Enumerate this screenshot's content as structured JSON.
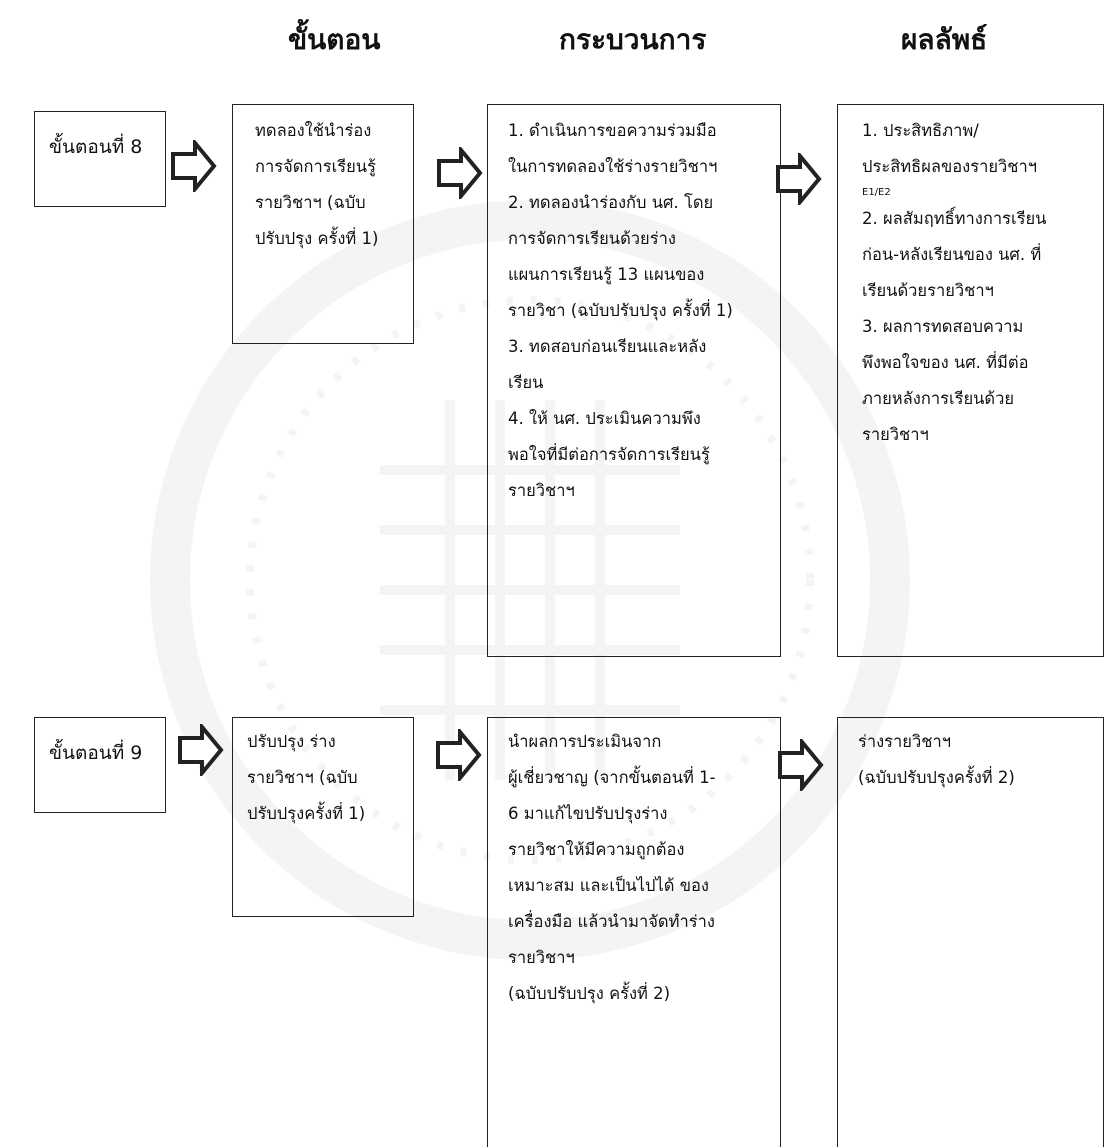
{
  "headers": {
    "step": "ขั้นตอน",
    "process": "กระบวนการ",
    "result": "ผลลัพธ์"
  },
  "rows": [
    {
      "label": "ขั้นตอนที่ 8",
      "step": "ทดลองใช้นำร่อง\nการจัดการเรียนรู้\nรายวิชาฯ (ฉบับ\nปรับปรุง ครั้งที่ 1)",
      "process": "1. ดำเนินการขอความร่วมมือ\nในการทดลองใช้ร่างรายวิชาฯ\n2. ทดลองนำร่องกับ นศ. โดย\nการจัดการเรียนด้วยร่าง\nแผนการเรียนรู้ 13 แผนของ\nรายวิชา (ฉบับปรับปรุง ครั้งที่ 1)\n3. ทดสอบก่อนเรียนและหลัง\nเรียน\n4. ให้ นศ. ประเมินความพึง\nพอใจที่มีต่อการจัดการเรียนรู้\nรายวิชาฯ",
      "result_a": "1. ประสิทธิภาพ/\nประสิทธิผลของรายวิชาฯ",
      "result_small": "E1/E2",
      "result_b": "2. ผลสัมฤทธิ์ทางการเรียน\nก่อน-หลังเรียนของ นศ. ที่\nเรียนด้วยรายวิชาฯ\n 3. ผลการทดสอบความ\nพึงพอใจของ นศ. ที่มีต่อ\nภายหลังการเรียนด้วย\nรายวิชาฯ"
    },
    {
      "label": "ขั้นตอนที่ 9",
      "step": "ปรับปรุง ร่าง\nรายวิชาฯ (ฉบับ\nปรับปรุงครั้งที่ 1)",
      "process": "นำผลการประเมินจาก\nผู้เชี่ยวชาญ (จากขั้นตอนที่ 1-\n6 มาแก้ไขปรับปรุงร่าง\nรายวิชาให้มีความถูกต้อง\nเหมาะสม และเป็นไปได้ ของ\nเครื่องมือ แล้วนำมาจัดทำร่าง\nรายวิชาฯ\n(ฉบับปรับปรุง ครั้งที่ 2)",
      "result": "ร่างรายวิชาฯ\n(ฉบับปรับปรุงครั้งที่ 2)"
    }
  ],
  "colors": {
    "border": "#222222",
    "text": "#111111",
    "watermark": "#9a9a9a"
  }
}
